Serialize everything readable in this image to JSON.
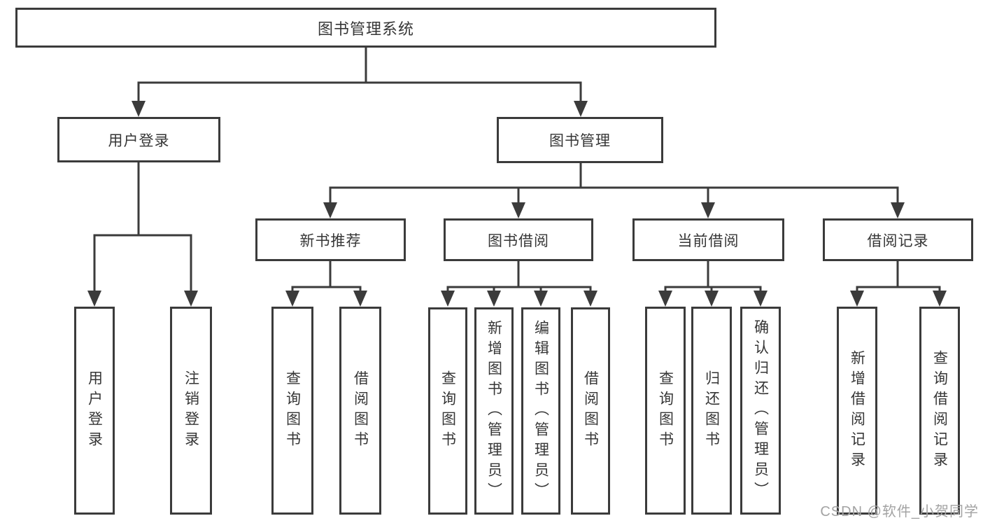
{
  "colors": {
    "line": "#3b3b3b",
    "text": "#363636",
    "background": "#ffffff",
    "watermark": "#a3a3a3"
  },
  "tree": {
    "root": {
      "label": "图书管理系统"
    },
    "branches": [
      {
        "label": "用户登录",
        "children": [
          {
            "label": "用户登录"
          },
          {
            "label": "注销登录"
          }
        ]
      },
      {
        "label": "图书管理",
        "children": [
          {
            "label": "新书推荐",
            "children": [
              {
                "label": "查询图书"
              },
              {
                "label": "借阅图书"
              }
            ]
          },
          {
            "label": "图书借阅",
            "children": [
              {
                "label": "查询图书"
              },
              {
                "label": "新增图书（管理员）"
              },
              {
                "label": "编辑图书（管理员）"
              },
              {
                "label": "借阅图书"
              }
            ]
          },
          {
            "label": "当前借阅",
            "children": [
              {
                "label": "查询图书"
              },
              {
                "label": "归还图书"
              },
              {
                "label": "确认归还（管理员）"
              }
            ]
          },
          {
            "label": "借阅记录",
            "children": [
              {
                "label": "新增借阅记录"
              },
              {
                "label": "查询借阅记录"
              }
            ]
          }
        ]
      }
    ]
  },
  "watermark": {
    "text": "CSDN @软件_小贺同学"
  }
}
